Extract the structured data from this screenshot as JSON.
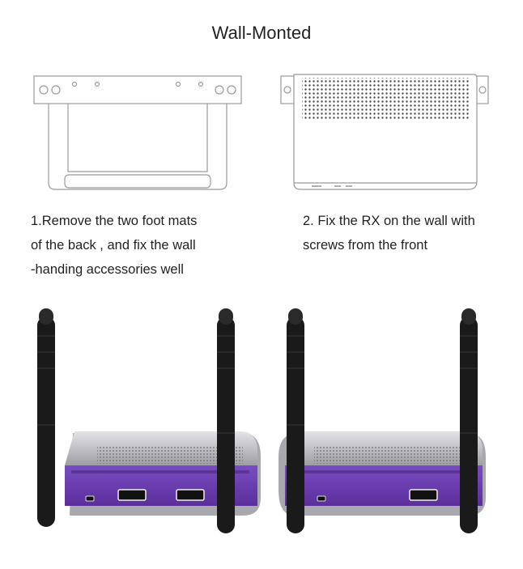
{
  "title": "Wall-Monted",
  "steps": [
    {
      "lines": [
        "1.Remove the two foot mats",
        "of  the back , and fix the wall",
        "-handing accessories well"
      ]
    },
    {
      "lines": [
        "2. Fix the RX on the wall with",
        "screws from the front"
      ]
    }
  ],
  "colors": {
    "line_art": "#9a9a9a",
    "device_purple": "#6a3fb0",
    "device_silver": "#b8b8bc",
    "antenna": "#1a1a1a"
  },
  "icons": [
    "hdmi-port-icon",
    "micro-usb-port-icon"
  ]
}
